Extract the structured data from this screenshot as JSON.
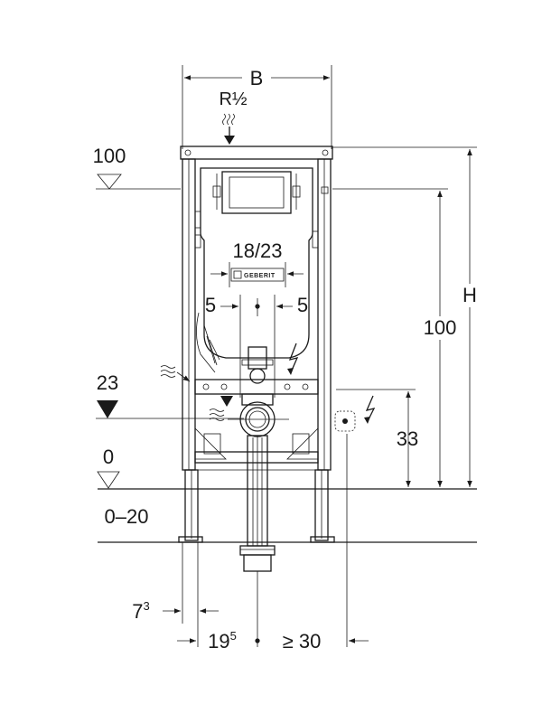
{
  "labels": {
    "width": "B",
    "height": "H",
    "water_supply": "R½",
    "level_100_left": "100",
    "dim_100_right": "100",
    "level_23": "23",
    "level_0": "0",
    "floor_range": "0–20",
    "button_plate": "18/23",
    "offset_left": "5",
    "offset_right": "5",
    "dim_33": "33",
    "dim_7": "7",
    "dim_7_sup": "3",
    "dim_19": "19",
    "dim_19_sup": "5",
    "dim_ge30": "≥ 30",
    "logo": "GEBERIT"
  },
  "colors": {
    "stroke": "#1a1a1a",
    "frame_fill": "#f2f2f2",
    "background": "#ffffff"
  }
}
